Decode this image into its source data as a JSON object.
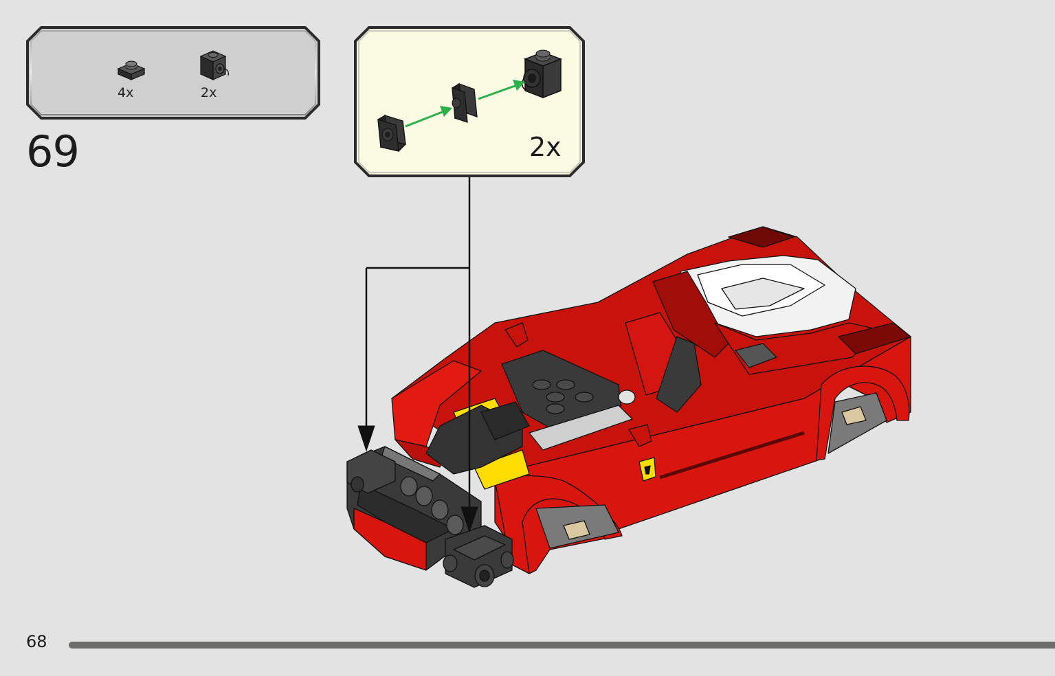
{
  "step": {
    "number": "69"
  },
  "parts_list": [
    {
      "quantity": "4x",
      "icon": "dark-gray-plate-1x1-icon"
    },
    {
      "quantity": "2x",
      "icon": "dark-gray-brick-1x1-clip-icon"
    }
  ],
  "subassembly": {
    "quantity": "2x",
    "icons": [
      "dark-gray-brick-1x1-icon",
      "dark-gray-plate-1x1-icon",
      "dark-gray-brick-1x1-clip-icon"
    ]
  },
  "page": {
    "number": "68"
  },
  "colors": {
    "background": "#e3e3e3",
    "parts_box": "#cfcfcf",
    "subassembly_box": "#fbfbe4",
    "car_red": "#d8160f",
    "dark_gray": "#3a3a3a",
    "arrow_green": "#2bb04a",
    "yellow": "#ffdd00",
    "page_bar": "#6c6c6a"
  }
}
